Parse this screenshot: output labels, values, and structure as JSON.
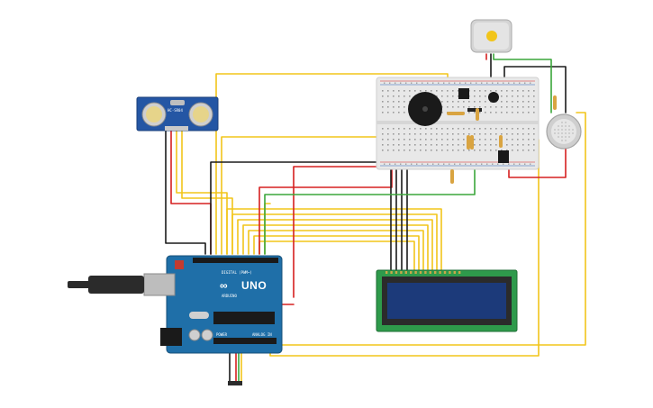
{
  "ultrasonic_sensor": {
    "model_label": "HC-SR04"
  },
  "arduino": {
    "brand_label": "ARDUINO",
    "model_label": "UNO",
    "digital_header_label": "DIGITAL (PWM~)",
    "power_header_label": "POWER",
    "analog_header_label": "ANALOG IN"
  },
  "colors": {
    "wire_red": "#d62020",
    "wire_black": "#1b1b1b",
    "wire_yellow": "#f2c51a",
    "wire_green": "#3aa63a",
    "arduino_board": "#1f6fa8",
    "sensor_board": "#2456a4",
    "lcd_board": "#2e9a4b",
    "lcd_screen": "#1c3a7a",
    "breadboard": "#e8e8e8"
  }
}
